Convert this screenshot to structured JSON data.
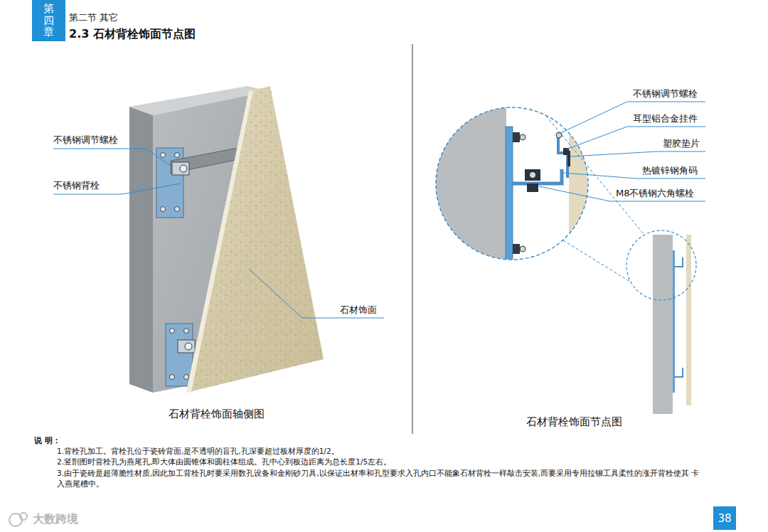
{
  "diagram": {
    "title": "2.3 石材背栓饰面节点图",
    "nodes": [
      {
        "text": [
          "第四章"
        ]
      },
      {
        "text": [
          "38"
        ]
      }
    ],
    "edges": [],
    "labels": [
      "第二节 其它",
      "不锈钢调节螺栓",
      "不锈钢背栓",
      "石材饰面",
      "石材背栓饰面轴侧图",
      "不锈钢调节螺栓",
      "耳型铝合金挂件",
      "塑胶垫片",
      "热镀锌钢角码",
      "M8不锈钢六角螺栓",
      "石材背栓饰面节点图",
      "说 明：",
      "1.背栓孔加工。背栓孔位于瓷砖背面,是不透明的盲孔,孔深要超过板材厚度的1/2。",
      "2.竖剖图时背栓孔为燕尾孔,即大体由圆锥体和圆柱体组成。孔中心到板边距离为总长度1/5左右。",
      "3.由于瓷砖是超薄脆性材质,因此加工背栓孔时要采用数孔设备和金刚砂刀具,以保证出材率和孔型要求入孔内口不能象石材背栓一样敲击安装,而要采用专用拉铆工具柔性的涨开背栓使其 卡入燕尾槽中。",
      "大数跨境"
    ]
  }
}
